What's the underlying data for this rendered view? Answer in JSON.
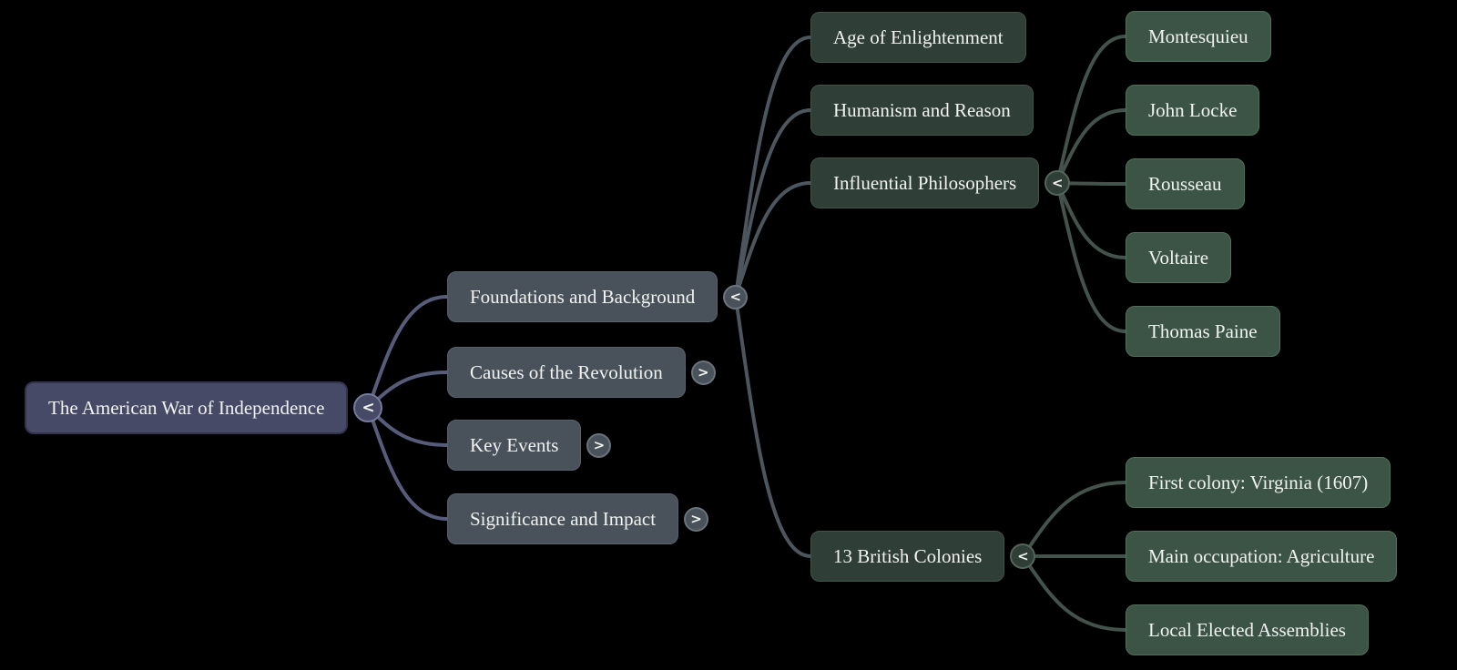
{
  "canvas": {
    "background": "#000000"
  },
  "colors": {
    "root_fill": "#474a66",
    "root_border": "#32344f",
    "root_ring": "#767a9c",
    "level2_fill": "#49515a",
    "level2_border": "#59616a",
    "level2_ring": "#6b737c",
    "level3_fill": "#2f3e37",
    "level3_border": "#41534a",
    "level3_ring": "#53665c",
    "level4_fill": "#3b5445",
    "level4_border": "#50705c",
    "text": "#f1f3f1",
    "edge_root": "#575c7a",
    "edge_foundations": "#4d565e",
    "edge_green": "#43534c"
  },
  "nodes": {
    "root": {
      "label": "The American War of Independence",
      "toggle": "<"
    },
    "foundations": {
      "label": "Foundations and Background",
      "toggle": "<"
    },
    "causes": {
      "label": "Causes of the Revolution",
      "toggle": ">"
    },
    "key_events": {
      "label": "Key Events",
      "toggle": ">"
    },
    "significance": {
      "label": "Significance and Impact",
      "toggle": ">"
    },
    "enlightenment": {
      "label": "Age of Enlightenment"
    },
    "humanism": {
      "label": "Humanism and Reason"
    },
    "philosophers": {
      "label": "Influential Philosophers",
      "toggle": "<"
    },
    "colonies": {
      "label": "13 British Colonies",
      "toggle": "<"
    },
    "montesquieu": {
      "label": "Montesquieu"
    },
    "locke": {
      "label": "John Locke"
    },
    "rousseau": {
      "label": "Rousseau"
    },
    "voltaire": {
      "label": "Voltaire"
    },
    "paine": {
      "label": "Thomas Paine"
    },
    "virginia": {
      "label": "First colony: Virginia (1607)"
    },
    "agriculture": {
      "label": "Main occupation: Agriculture"
    },
    "assemblies": {
      "label": "Local Elected Assemblies"
    }
  },
  "edges": [
    {
      "from": "root",
      "to": "foundations",
      "color": "edge_root"
    },
    {
      "from": "root",
      "to": "causes",
      "color": "edge_root"
    },
    {
      "from": "root",
      "to": "key_events",
      "color": "edge_root"
    },
    {
      "from": "root",
      "to": "significance",
      "color": "edge_root"
    },
    {
      "from": "foundations",
      "to": "enlightenment",
      "color": "edge_foundations"
    },
    {
      "from": "foundations",
      "to": "humanism",
      "color": "edge_foundations"
    },
    {
      "from": "foundations",
      "to": "philosophers",
      "color": "edge_foundations"
    },
    {
      "from": "foundations",
      "to": "colonies",
      "color": "edge_foundations"
    },
    {
      "from": "philosophers",
      "to": "montesquieu",
      "color": "edge_green"
    },
    {
      "from": "philosophers",
      "to": "locke",
      "color": "edge_green"
    },
    {
      "from": "philosophers",
      "to": "rousseau",
      "color": "edge_green"
    },
    {
      "from": "philosophers",
      "to": "voltaire",
      "color": "edge_green"
    },
    {
      "from": "philosophers",
      "to": "paine",
      "color": "edge_green"
    },
    {
      "from": "colonies",
      "to": "virginia",
      "color": "edge_green"
    },
    {
      "from": "colonies",
      "to": "agriculture",
      "color": "edge_green"
    },
    {
      "from": "colonies",
      "to": "assemblies",
      "color": "edge_green"
    }
  ]
}
